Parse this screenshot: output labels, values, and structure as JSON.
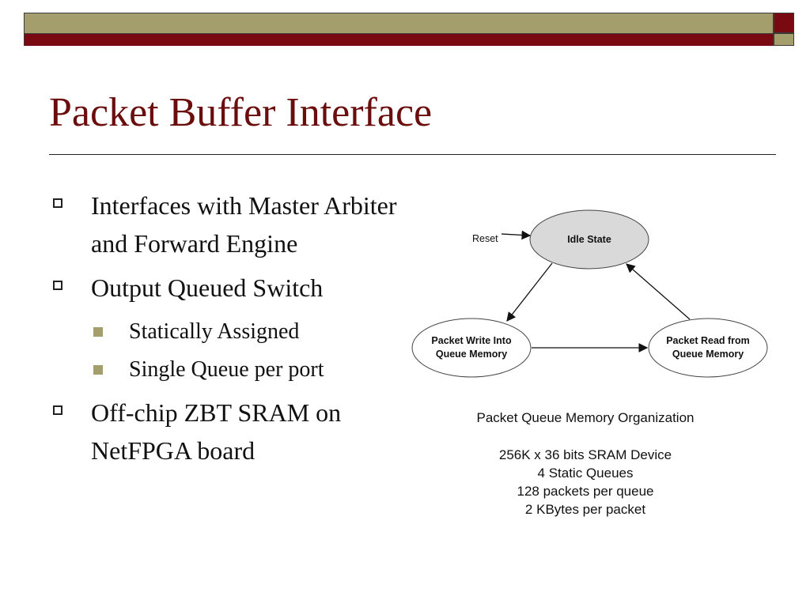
{
  "title": "Packet Buffer Interface",
  "bullets": [
    {
      "text": "Interfaces with Master Arbiter and Forward Engine",
      "subitems": []
    },
    {
      "text": "Output Queued Switch",
      "subitems": [
        "Statically Assigned",
        "Single Queue per port"
      ]
    },
    {
      "text": "Off-chip ZBT SRAM on NetFPGA board",
      "subitems": []
    }
  ],
  "diagram": {
    "reset_label": "Reset",
    "states": {
      "idle": [
        "Idle State"
      ],
      "write": [
        "Packet Write Into",
        "Queue Memory"
      ],
      "read": [
        "Packet Read from",
        "Queue Memory"
      ]
    }
  },
  "caption": {
    "heading": "Packet Queue Memory Organization",
    "lines": [
      "256K x 36 bits SRAM Device",
      "4 Static Queues",
      "128 packets per queue",
      "2 KBytes per packet"
    ]
  },
  "colors": {
    "olive": "#a39e6c",
    "maroon": "#7a0a12",
    "title": "#6b0d0d",
    "idle_fill": "#d9d9d9"
  }
}
